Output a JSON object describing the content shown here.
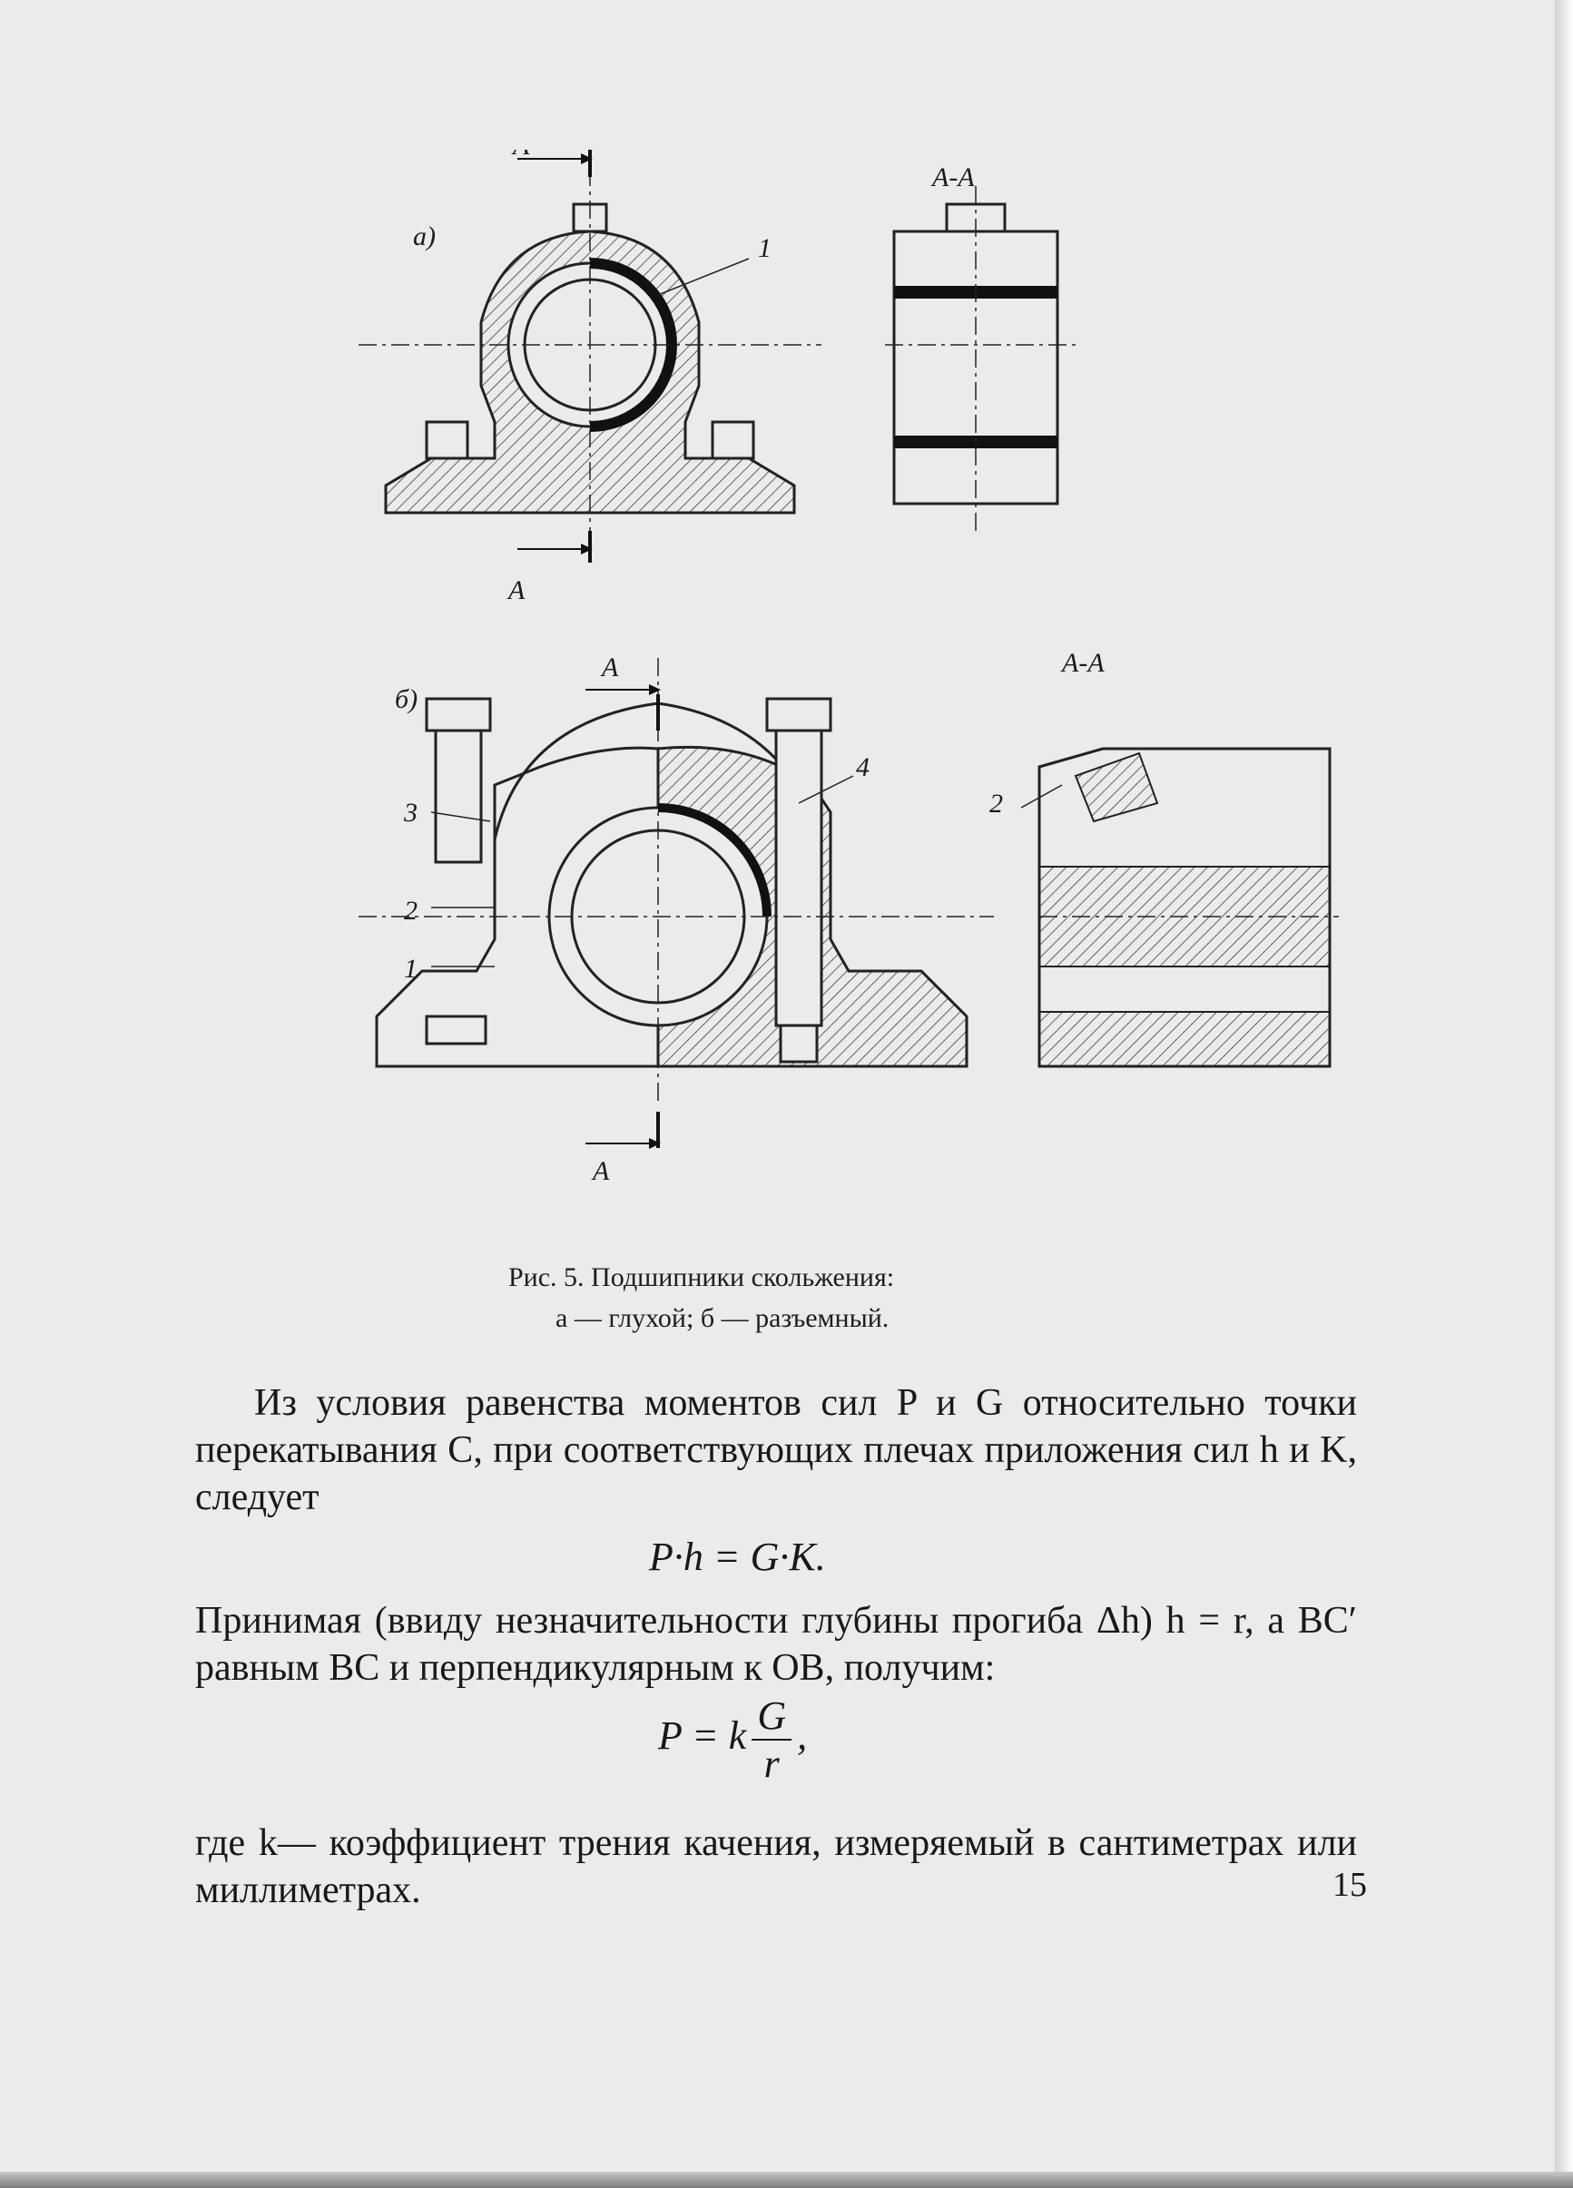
{
  "figure": {
    "labels": {
      "view_a": "а)",
      "view_b": "б)",
      "section_a_top": "А",
      "section_a_bottom": "А",
      "section_aa_top": "А-А",
      "section_aa_bottom": "А-А",
      "part_1_top": "1",
      "part_1_bottom": "1",
      "part_2_left": "2",
      "part_2_right": "2",
      "part_3": "3",
      "part_4": "4",
      "section_b_top": "А",
      "section_b_bottom": "А"
    }
  },
  "caption": {
    "line1": "Рис. 5. Подшипники скольжения:",
    "line2": "а — глухой; б — разъемный."
  },
  "paragraph1": "Из условия равенства моментов сил P и G относительно точки перекатывания C, при соответствующих плечах прило­жения сил h и K, следует",
  "formula1": "P·h = G·K.",
  "paragraph2": "Принимая (ввиду незначительности глубины прогиба Δh) h = r, а BC′ равным BC и перпендикулярным к OB, получим:",
  "formula2": {
    "lhs": "P = k",
    "numerator": "G",
    "denominator": "r",
    "tail": ","
  },
  "paragraph3": "где k— коэффициент трения качения, измеряемый в сантимет­рах или миллиметрах.",
  "page_number": "15"
}
